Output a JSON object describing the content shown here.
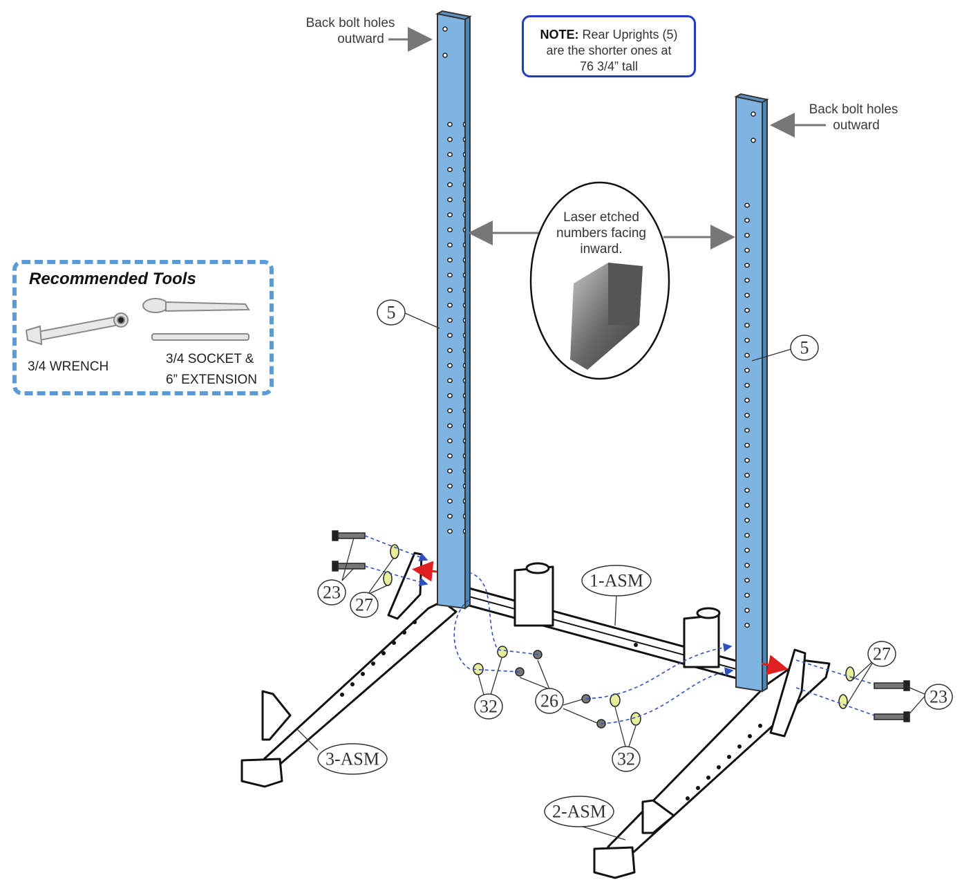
{
  "callouts": {
    "back_bolt_left_line1": "Back bolt holes",
    "back_bolt_left_line2": "outward",
    "back_bolt_right_line1": "Back bolt holes",
    "back_bolt_right_line2": "outward"
  },
  "note": {
    "label": "NOTE:",
    "text1": "Rear Uprights (5)",
    "text2": "are the shorter ones at",
    "text3": "76 3/4” tall"
  },
  "laser_callout": {
    "line1": "Laser etched",
    "line2": "numbers facing",
    "line3": "inward."
  },
  "tools": {
    "title": "Recommended Tools",
    "wrench": "3/4 WRENCH",
    "socket_line1": "3/4 SOCKET &",
    "socket_line2": "6” EXTENSION"
  },
  "part_labels": {
    "upright_left": "5",
    "upright_right": "5",
    "asm1": "1-ASM",
    "asm2": "2-ASM",
    "asm3": "3-ASM",
    "bolt_left": "23",
    "washer_left": "27",
    "washer_center_left": "32",
    "nut_center": "26",
    "washer_center_right": "32",
    "washer_right": "27",
    "bolt_right": "23"
  },
  "colors": {
    "upright_blue": "#7fb3e0",
    "note_border": "#1f3bbf",
    "tools_border": "#5b9bd5",
    "arrow_red": "#e02020",
    "dash_blue": "#3050c0",
    "washer_yellow": "#e8ef9a"
  }
}
